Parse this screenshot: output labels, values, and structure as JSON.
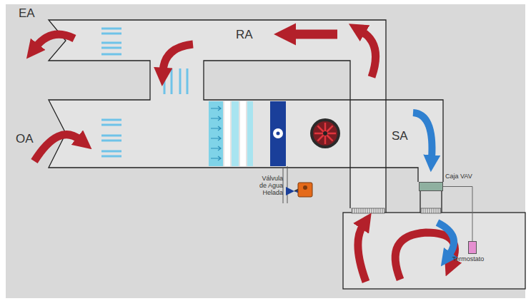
{
  "diagram": {
    "nodes": [
      {
        "text": [
          "Caja VAV"
        ]
      },
      {
        "text": [
          "Termostato"
        ]
      }
    ],
    "edges": [
      {
        "from": 0,
        "to": 1,
        "arrow": "none"
      }
    ],
    "labels": [
      "EA",
      "RA",
      "OA",
      "SA",
      "Válvula de Agua Helada"
    ]
  }
}
